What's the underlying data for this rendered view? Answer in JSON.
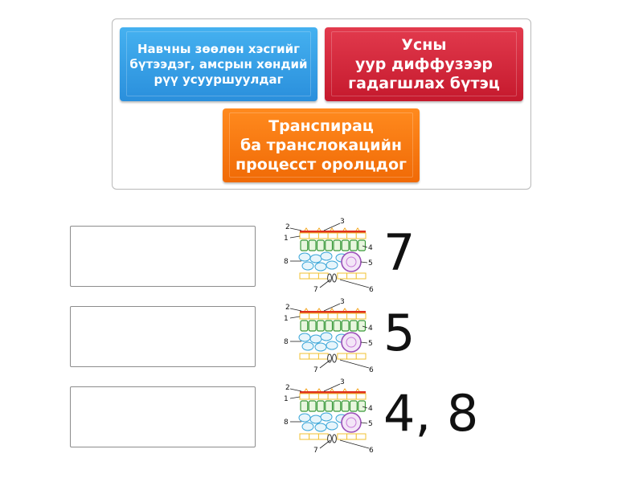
{
  "tiles": [
    {
      "text": "Навчны зөөлөн хэсгийг\nбүтээдэг, амсрын хөндий\nрүү усууршуулдаг",
      "color": "#3aa3e8"
    },
    {
      "text": "Усны\nуур диффузээр\nгадагшлах бүтэц",
      "color": "#d42a3e"
    },
    {
      "text": "Транспирац\nба транслокацийн\nпроцесст оролцдог",
      "color": "#fa7c12"
    }
  ],
  "rows": [
    {
      "answer": "7"
    },
    {
      "answer": "5"
    },
    {
      "answer": "4, 8"
    }
  ],
  "diagram_labels": [
    "1",
    "2",
    "3",
    "4",
    "5",
    "6",
    "7",
    "8"
  ]
}
